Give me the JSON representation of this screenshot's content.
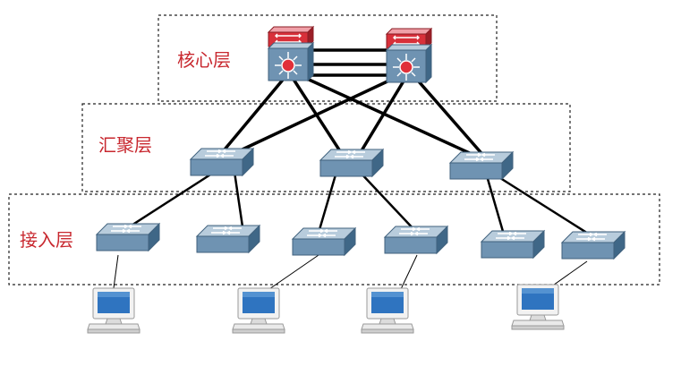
{
  "layers": {
    "core": "核心层",
    "aggregation": "汇聚层",
    "access": "接入层"
  },
  "nodes": {
    "core": [
      "core-switch-1",
      "core-switch-2"
    ],
    "aggregation": [
      "aggregation-switch-1",
      "aggregation-switch-2",
      "aggregation-switch-3"
    ],
    "access": [
      "access-switch-1",
      "access-switch-2",
      "access-switch-3",
      "access-switch-4",
      "access-switch-5",
      "access-switch-6"
    ],
    "terminals": [
      "computer-1",
      "computer-2",
      "computer-3",
      "computer-4"
    ]
  },
  "links": {
    "core_core": [
      [
        "core-switch-1",
        "core-switch-2"
      ],
      [
        "core-switch-1",
        "core-switch-2"
      ],
      [
        "core-switch-1",
        "core-switch-2"
      ]
    ],
    "core_aggregation": [
      [
        "core-switch-1",
        "aggregation-switch-1"
      ],
      [
        "core-switch-1",
        "aggregation-switch-2"
      ],
      [
        "core-switch-1",
        "aggregation-switch-3"
      ],
      [
        "core-switch-2",
        "aggregation-switch-1"
      ],
      [
        "core-switch-2",
        "aggregation-switch-2"
      ],
      [
        "core-switch-2",
        "aggregation-switch-3"
      ]
    ],
    "aggregation_access": [
      [
        "aggregation-switch-1",
        "access-switch-1"
      ],
      [
        "aggregation-switch-1",
        "access-switch-2"
      ],
      [
        "aggregation-switch-2",
        "access-switch-3"
      ],
      [
        "aggregation-switch-2",
        "access-switch-4"
      ],
      [
        "aggregation-switch-3",
        "access-switch-5"
      ],
      [
        "aggregation-switch-3",
        "access-switch-6"
      ]
    ],
    "access_terminal": [
      [
        "access-switch-1",
        "computer-1"
      ],
      [
        "access-switch-3",
        "computer-2"
      ],
      [
        "access-switch-4",
        "computer-3"
      ],
      [
        "access-switch-6",
        "computer-4"
      ]
    ]
  },
  "colors": {
    "label": "#c8282f",
    "core_switch": "#d8303a",
    "switch_top": "#a9c1d4",
    "switch_side": "#5f86a6",
    "link": "#000000",
    "screen": "#2f74c0"
  }
}
